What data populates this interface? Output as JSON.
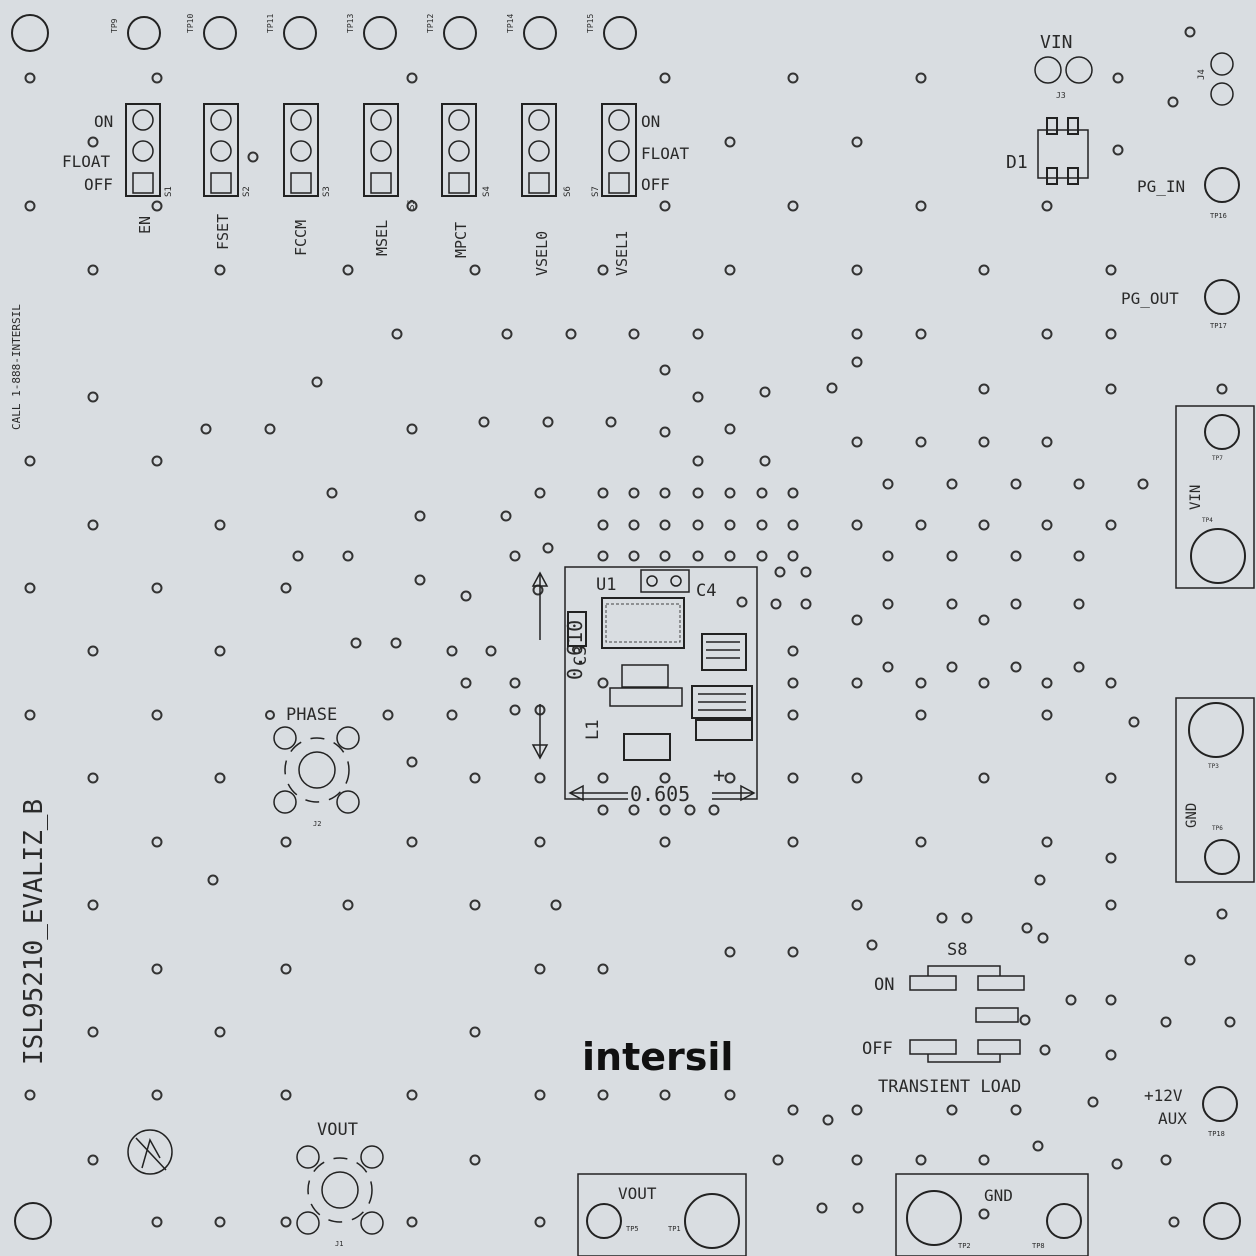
{
  "board": {
    "name": "ISL95210_EVALIZ_B",
    "call_text": "CALL 1-888-INTERSIL",
    "brand": "intersil",
    "colors": {
      "substrate": "#d9dde1",
      "silkscreen": "#222222"
    }
  },
  "test_points_top": [
    "TP9",
    "TP10",
    "TP11",
    "TP13",
    "TP12",
    "TP14",
    "TP15"
  ],
  "switch_states": {
    "on": "ON",
    "float": "FLOAT",
    "off": "OFF"
  },
  "switches": [
    {
      "ref": "S1",
      "label": "EN"
    },
    {
      "ref": "S2",
      "label": "FSET"
    },
    {
      "ref": "S3",
      "label": "FCCM"
    },
    {
      "ref": "S5",
      "label": "MSEL"
    },
    {
      "ref": "S4",
      "label": "MPCT"
    },
    {
      "ref": "S6",
      "label": "VSEL0"
    },
    {
      "ref": "S7",
      "label": "VSEL1"
    }
  ],
  "vin_top": {
    "label": "VIN",
    "ref": "J3"
  },
  "j4_ref": "J4",
  "d1": "D1",
  "pg_in": {
    "label": "PG_IN",
    "ref": "TP16"
  },
  "pg_out": {
    "label": "PG_OUT",
    "ref": "TP17"
  },
  "vin_right": {
    "label": "VIN",
    "refs": [
      "TP7",
      "TP4"
    ]
  },
  "gnd_right": {
    "label": "GND",
    "refs": [
      "TP3",
      "TP6"
    ]
  },
  "aux": {
    "line1": "+12V",
    "line2": "AUX",
    "ref": "TP18"
  },
  "center": {
    "u1": "U1",
    "c4": "C4",
    "c3": "C3",
    "l1": "L1",
    "dim_v": "0.610",
    "dim_h": "0.605",
    "plus": "+"
  },
  "phase": {
    "label": "PHASE",
    "ref": "J2"
  },
  "vout_conn": {
    "label": "VOUT",
    "ref": "J1"
  },
  "vout_bottom": {
    "label": "VOUT",
    "refs": [
      "TP5",
      "TP1"
    ]
  },
  "gnd_bottom": {
    "label": "GND",
    "refs": [
      "TP2",
      "TP8"
    ]
  },
  "s8": {
    "ref": "S8",
    "on": "ON",
    "off": "OFF",
    "caption": "TRANSIENT LOAD"
  }
}
